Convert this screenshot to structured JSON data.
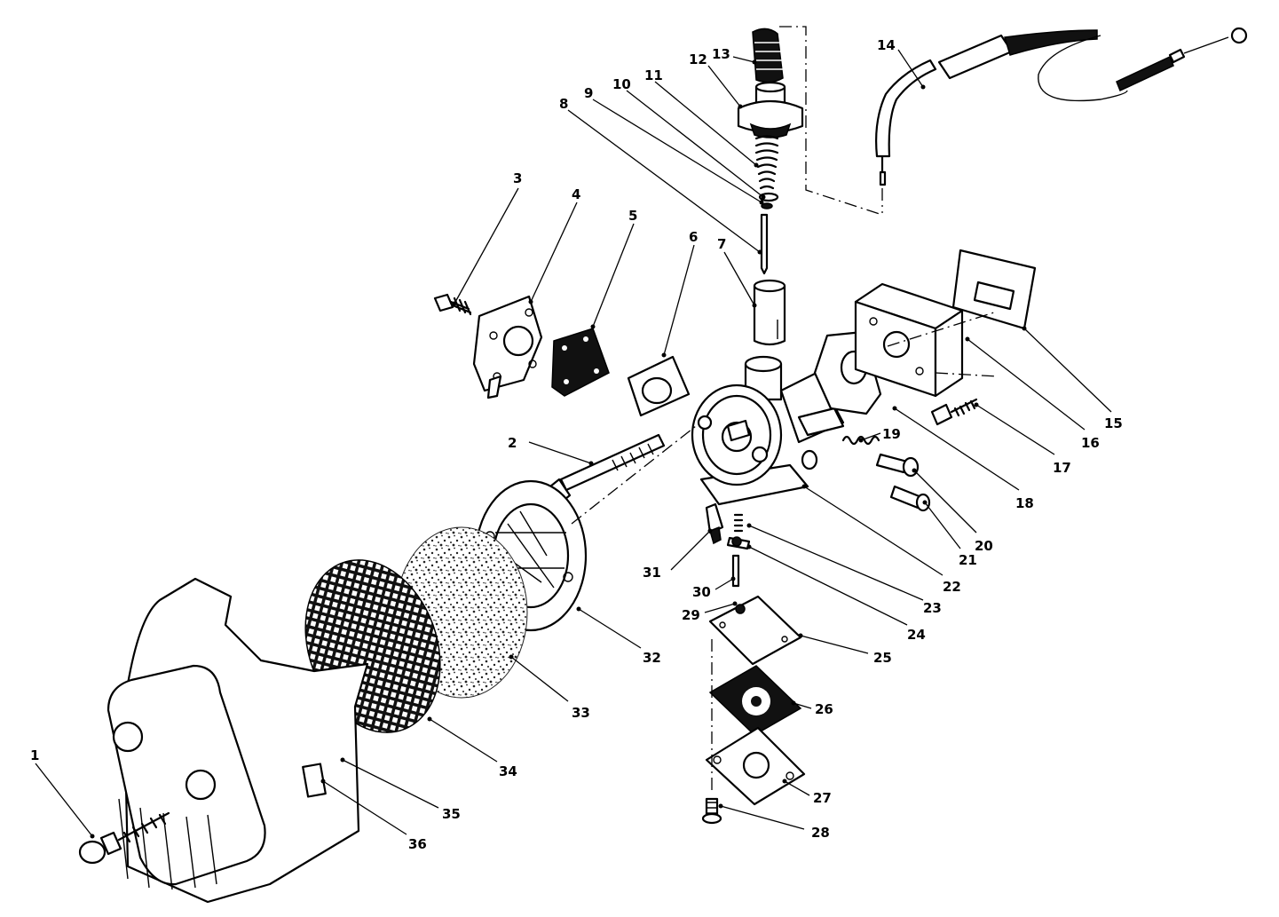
{
  "callouts": [
    "1",
    "2",
    "3",
    "4",
    "5",
    "6",
    "7",
    "8",
    "9",
    "10",
    "11",
    "12",
    "13",
    "14",
    "15",
    "16",
    "17",
    "18",
    "19",
    "20",
    "21",
    "22",
    "23",
    "24",
    "25",
    "26",
    "27",
    "28",
    "29",
    "30",
    "31",
    "32",
    "33",
    "34",
    "35",
    "36"
  ]
}
